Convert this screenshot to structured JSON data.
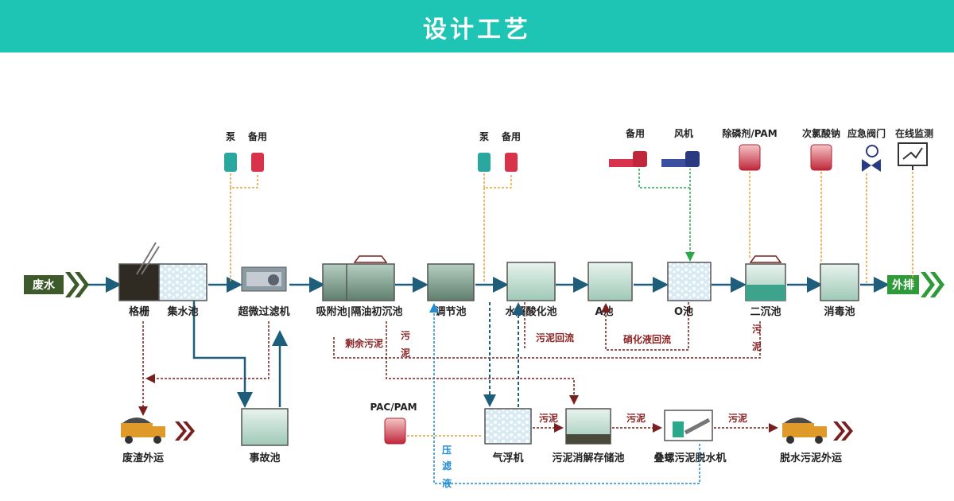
{
  "header": {
    "title": "设计工艺"
  },
  "colors": {
    "banner": "#1ec5b5",
    "main_flow": "#1f5e7a",
    "sludge_line": "#7a1f1f",
    "filtrate_line": "#1f8bd1",
    "air_line": "#2aa84a",
    "dosing_line": "#e8a23a"
  },
  "terminals": {
    "inlet": "废水",
    "outlet": "外排"
  },
  "units": {
    "grille": "格栅",
    "collection_tank": "集水池",
    "ultrafilter": "超微过滤机",
    "adsorption_tank": "吸附池|隔油初沉池",
    "regulating_tank": "调节池",
    "hydrolysis_tank": "水解酸化池",
    "a_tank": "A池",
    "o_tank": "O池",
    "secondary_clarifier": "二沉池",
    "disinfection_tank": "消毒池",
    "emergency_tank": "事故池",
    "air_flotation": "气浮机",
    "sludge_storage": "污泥消解存储池",
    "screw_press": "叠螺污泥脱水机"
  },
  "equipment": {
    "pump1": "泵",
    "standby1": "备用",
    "pump2": "泵",
    "standby2": "备用",
    "standby_blower": "备用",
    "blower": "风机",
    "phosphorus_removal": "除磷剂/PAM",
    "hypochlorite": "次氯酸钠",
    "emergency_valve": "应急阀门",
    "online_monitor": "在线监测",
    "pac_pam": "PAC/PAM"
  },
  "flow_labels": {
    "residual_sludge": "剩余污泥",
    "sludge_v1": "污",
    "sludge_v2": "泥",
    "sludge_return": "污泥回流",
    "nitrate_return": "硝化液回流",
    "sludge_v3": "污",
    "sludge_v4": "泥",
    "sludge_a": "污泥",
    "sludge_b": "污泥",
    "sludge_c": "污泥",
    "press_1": "压",
    "press_2": "滤",
    "press_3": "液"
  },
  "outputs": {
    "waste_residue": "废渣外运",
    "dewatered_sludge": "脱水污泥外运"
  }
}
